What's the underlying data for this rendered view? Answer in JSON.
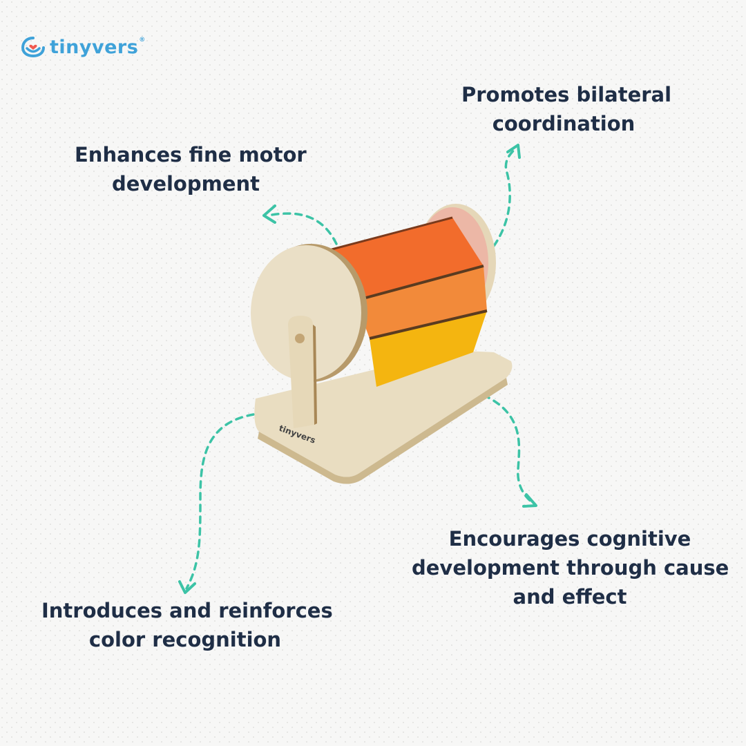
{
  "brand": {
    "name": "tinyvers",
    "registered_mark": "®",
    "icon": "smiley-heart-logo-icon",
    "color": "#3fa2d9",
    "accent": "#f15a4f"
  },
  "features": [
    {
      "id": "fine-motor",
      "lines": [
        "Enhances fine motor",
        "development"
      ]
    },
    {
      "id": "bilateral",
      "lines": [
        "Promotes bilateral",
        "coordination"
      ]
    },
    {
      "id": "color",
      "lines": [
        "Introduces and reinforces",
        "color recognition"
      ]
    },
    {
      "id": "cognitive",
      "lines": [
        "Encourages cognitive",
        "development through cause",
        "and effect"
      ]
    }
  ],
  "product": {
    "base_brand": "tinyvers",
    "description_icon": "spinning-drum-toy-icon"
  },
  "colors": {
    "text": "#1f2e46",
    "arrow": "#3cc3a6",
    "background": "#f7f7f6",
    "drum_orange": "#f26c2c",
    "drum_yellow": "#f4b510",
    "wood": "#e8dcc0"
  }
}
